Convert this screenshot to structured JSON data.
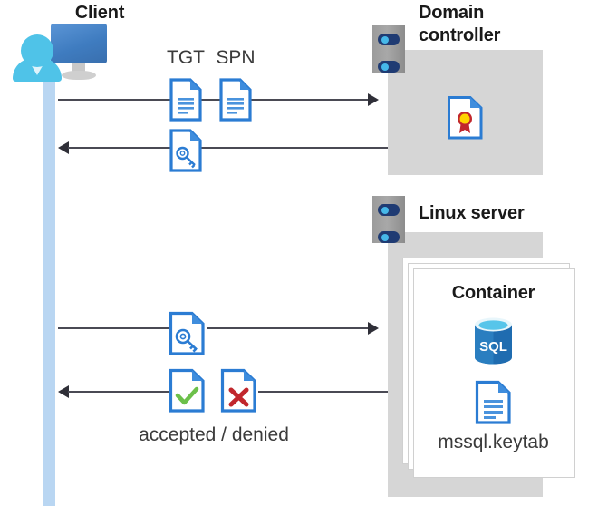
{
  "diagram": {
    "title_client": "Client",
    "title_domain_controller": "Domain\ncontroller",
    "title_domain_controller_line1": "Domain",
    "title_domain_controller_line2": "controller",
    "title_linux_server": "Linux server",
    "title_container": "Container",
    "label_tgt": "TGT",
    "label_spn": "SPN",
    "label_keytab": "mssql.keytab",
    "label_accepted_denied": "accepted / denied",
    "icons": {
      "client": "user-with-monitor-icon",
      "server_dc": "server-rack-icon",
      "server_linux": "server-rack-icon",
      "certificate": "certificate-document-icon",
      "tgt_document": "text-document-icon",
      "spn_document": "text-document-icon",
      "ticket_key_upper": "key-document-icon",
      "ticket_key_lower": "key-document-icon",
      "accepted": "checkmark-document-icon",
      "denied": "cross-document-icon",
      "sql_database": "sql-database-icon",
      "keytab_document": "text-document-icon"
    },
    "colors": {
      "lifeline": "#b9d6f2",
      "panel_gray": "#d6d6d6",
      "doc_blue": "#2b7cd3",
      "doc_blue_dark": "#1e66b8",
      "accent_green": "#6cc04a",
      "accent_red": "#c1272d",
      "accent_gold": "#ffd400",
      "accent_ribbon": "#c1272d",
      "sql_blue": "#1f6cb0",
      "sql_cap": "#57c5ea",
      "person_cyan": "#4fc3e8",
      "monitor_blue": "#4a84c4",
      "server_gray": "#9b9b9b",
      "server_led": "#1f3b73",
      "line": "#4a4a54",
      "text_dark": "#1a1a1a",
      "text_gray": "#3b3b3b"
    },
    "flows": [
      {
        "name": "client-to-dc-request",
        "direction": "right",
        "payload": [
          "TGT",
          "SPN"
        ]
      },
      {
        "name": "dc-to-client-ticket",
        "direction": "left",
        "payload": [
          "ticket"
        ]
      },
      {
        "name": "client-to-linux-ticket",
        "direction": "right",
        "payload": [
          "ticket"
        ]
      },
      {
        "name": "linux-to-client-result",
        "direction": "left",
        "payload": [
          "accepted",
          "denied"
        ]
      }
    ]
  }
}
